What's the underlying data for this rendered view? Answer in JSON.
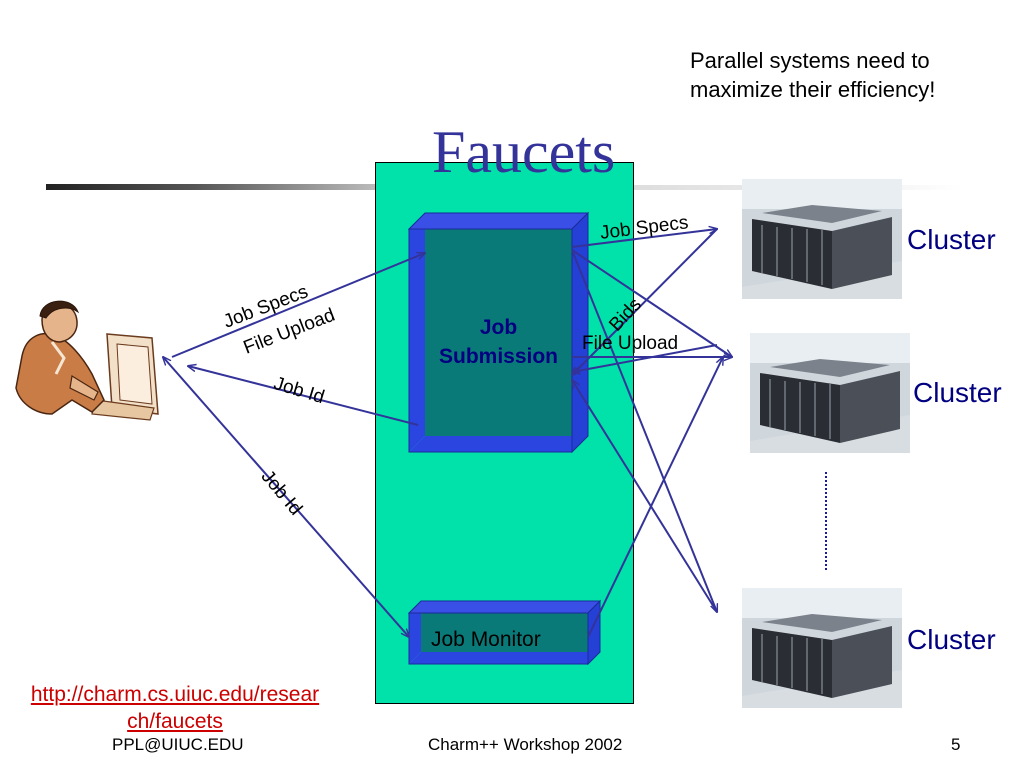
{
  "slide": {
    "title": "Faucets",
    "top_note_line1": "Parallel systems need to",
    "top_note_line2": "maximize their efficiency!"
  },
  "diagram": {
    "job_submission_line1": "Job",
    "job_submission_line2": "Submission",
    "job_monitor": "Job Monitor",
    "clusters": [
      "Cluster",
      "Cluster",
      "Cluster"
    ],
    "edge_labels": {
      "user_job_specs": "Job Specs",
      "user_file_upload": "File Upload",
      "job_id_return": "Job Id",
      "job_id_monitor": "Job Id",
      "cluster_job_specs": "Job Specs",
      "cluster_bids": "Bids",
      "cluster_file_upload": "File Upload"
    },
    "colors": {
      "panel": "#00e2a9",
      "box_front": "#0a7a78",
      "box_edge": "#2b3fd9",
      "arrow": "#333399",
      "title": "#333399",
      "cluster_label": "#000080"
    },
    "icons": [
      "user-at-computer-icon",
      "server-room-image"
    ]
  },
  "footer": {
    "link": "http://charm.cs.uiuc.edu/research/faucets",
    "link_line1": "http://charm.cs.uiuc.edu/resear",
    "link_line2": "ch/faucets",
    "left": "PPL@UIUC.EDU",
    "center": "Charm++ Workshop 2002",
    "page": "5"
  }
}
